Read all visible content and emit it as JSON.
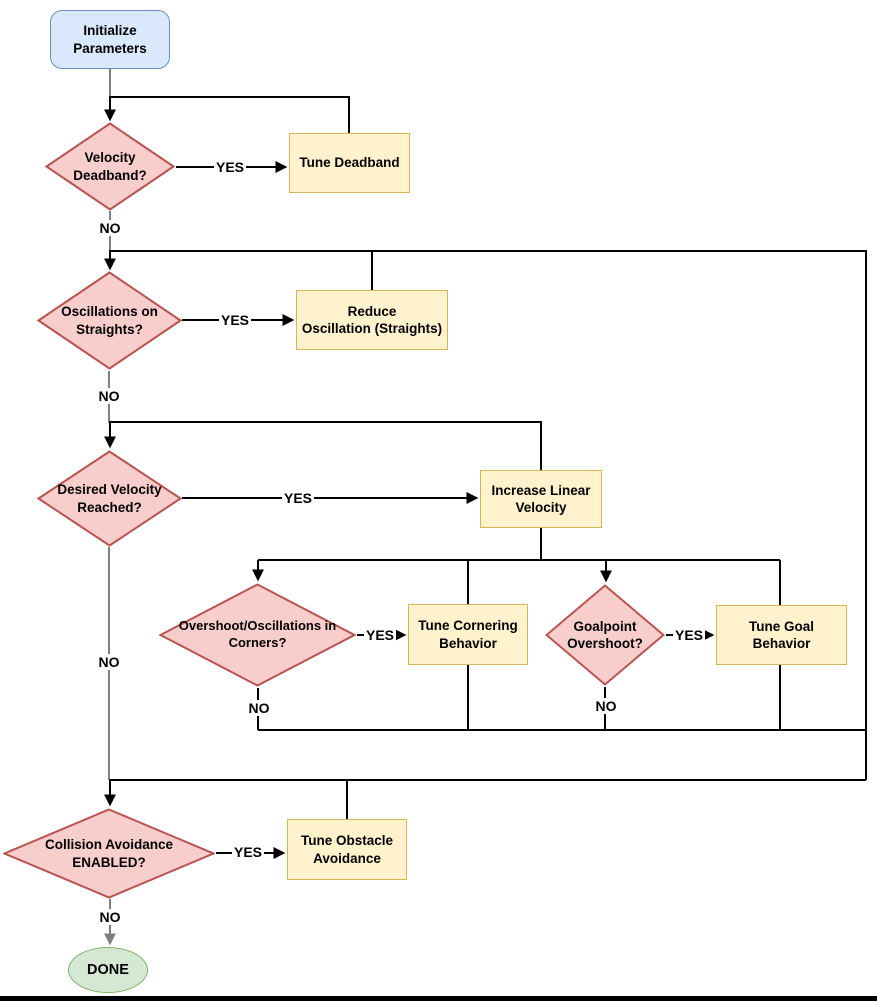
{
  "diagram": {
    "nodes": {
      "init": {
        "label": "Initialize\nParameters",
        "type": "start"
      },
      "velocity_deadband": {
        "label": "Velocity\nDeadband?",
        "type": "decision"
      },
      "tune_deadband": {
        "label": "Tune Deadband",
        "type": "process"
      },
      "oscillations_straights": {
        "label": "Oscillations on\nStraights?",
        "type": "decision"
      },
      "reduce_oscillation": {
        "label": "Reduce\nOscillation (Straights)",
        "type": "process"
      },
      "desired_velocity": {
        "label": "Desired Velocity\nReached?",
        "type": "decision"
      },
      "increase_linear": {
        "label": "Increase Linear\nVelocity",
        "type": "process"
      },
      "overshoot_corners": {
        "label": "Overshoot/Oscillations in\nCorners?",
        "type": "decision"
      },
      "tune_cornering": {
        "label": "Tune Cornering\nBehavior",
        "type": "process"
      },
      "goalpoint_overshoot": {
        "label": "Goalpoint\nOvershoot?",
        "type": "decision"
      },
      "tune_goal": {
        "label": "Tune Goal\nBehavior",
        "type": "process"
      },
      "collision_avoidance": {
        "label": "Collision Avoidance\nENABLED?",
        "type": "decision"
      },
      "tune_obstacle": {
        "label": "Tune Obstacle\nAvoidance",
        "type": "process"
      },
      "done": {
        "label": "DONE",
        "type": "terminator"
      }
    },
    "edge_labels": {
      "yes1": "YES",
      "no1": "NO",
      "yes2": "YES",
      "no2": "NO",
      "yes3": "YES",
      "no3": "NO",
      "yes4": "YES",
      "no4": "NO",
      "yes5": "YES",
      "no5": "NO",
      "yes6": "YES",
      "no6": "NO"
    },
    "colors": {
      "start_fill": "#dae8fc",
      "start_stroke": "#6c8ebf",
      "decision_fill": "#f8cecc",
      "decision_stroke": "#b85450",
      "process_fill": "#fff2cc",
      "process_stroke": "#d6b656",
      "end_fill": "#d5e8d4",
      "end_stroke": "#82b366",
      "edge_black": "#000000",
      "edge_gray": "#808080"
    }
  }
}
